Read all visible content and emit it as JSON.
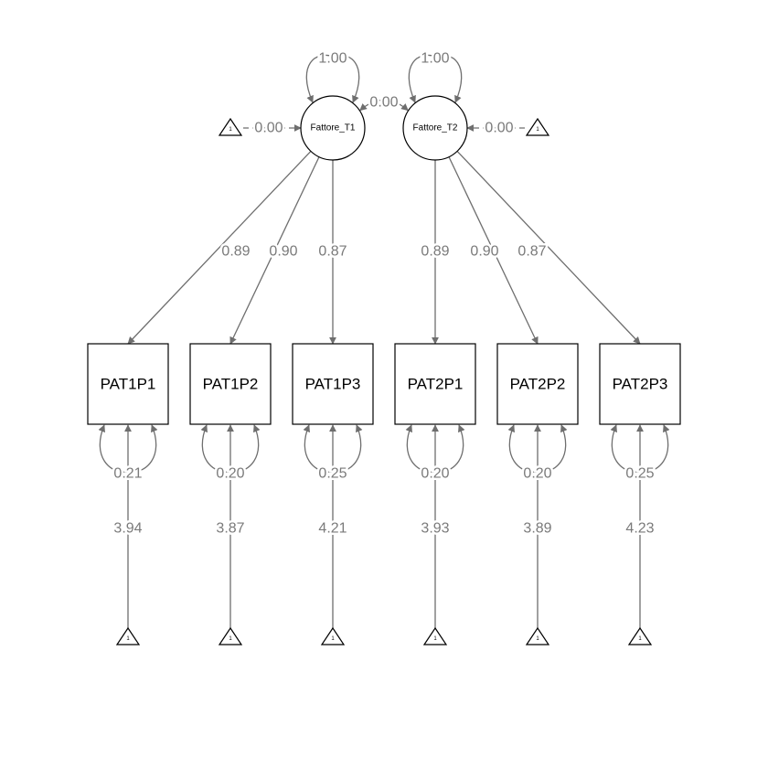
{
  "latents": [
    {
      "id": "T1",
      "label": "Fattore_T1",
      "variance": "1.00",
      "intercept": "0.00"
    },
    {
      "id": "T2",
      "label": "Fattore_T2",
      "variance": "1.00",
      "intercept": "0.00"
    }
  ],
  "latent_covariance": "0.00",
  "indicators": [
    {
      "label": "PAT1P1",
      "factor": "T1",
      "loading": "0.89",
      "residual": "0.21",
      "intercept": "3.94"
    },
    {
      "label": "PAT1P2",
      "factor": "T1",
      "loading": "0.90",
      "residual": "0.20",
      "intercept": "3.87"
    },
    {
      "label": "PAT1P3",
      "factor": "T1",
      "loading": "0.87",
      "residual": "0.25",
      "intercept": "4.21"
    },
    {
      "label": "PAT2P1",
      "factor": "T2",
      "loading": "0.89",
      "residual": "0.20",
      "intercept": "3.93"
    },
    {
      "label": "PAT2P2",
      "factor": "T2",
      "loading": "0.90",
      "residual": "0.20",
      "intercept": "3.89"
    },
    {
      "label": "PAT2P3",
      "factor": "T2",
      "loading": "0.87",
      "residual": "0.25",
      "intercept": "4.23"
    }
  ],
  "constant_label": "1",
  "colors": {
    "edge": "#6e6e6e",
    "label": "#7a7a7a",
    "node": "#000000"
  }
}
